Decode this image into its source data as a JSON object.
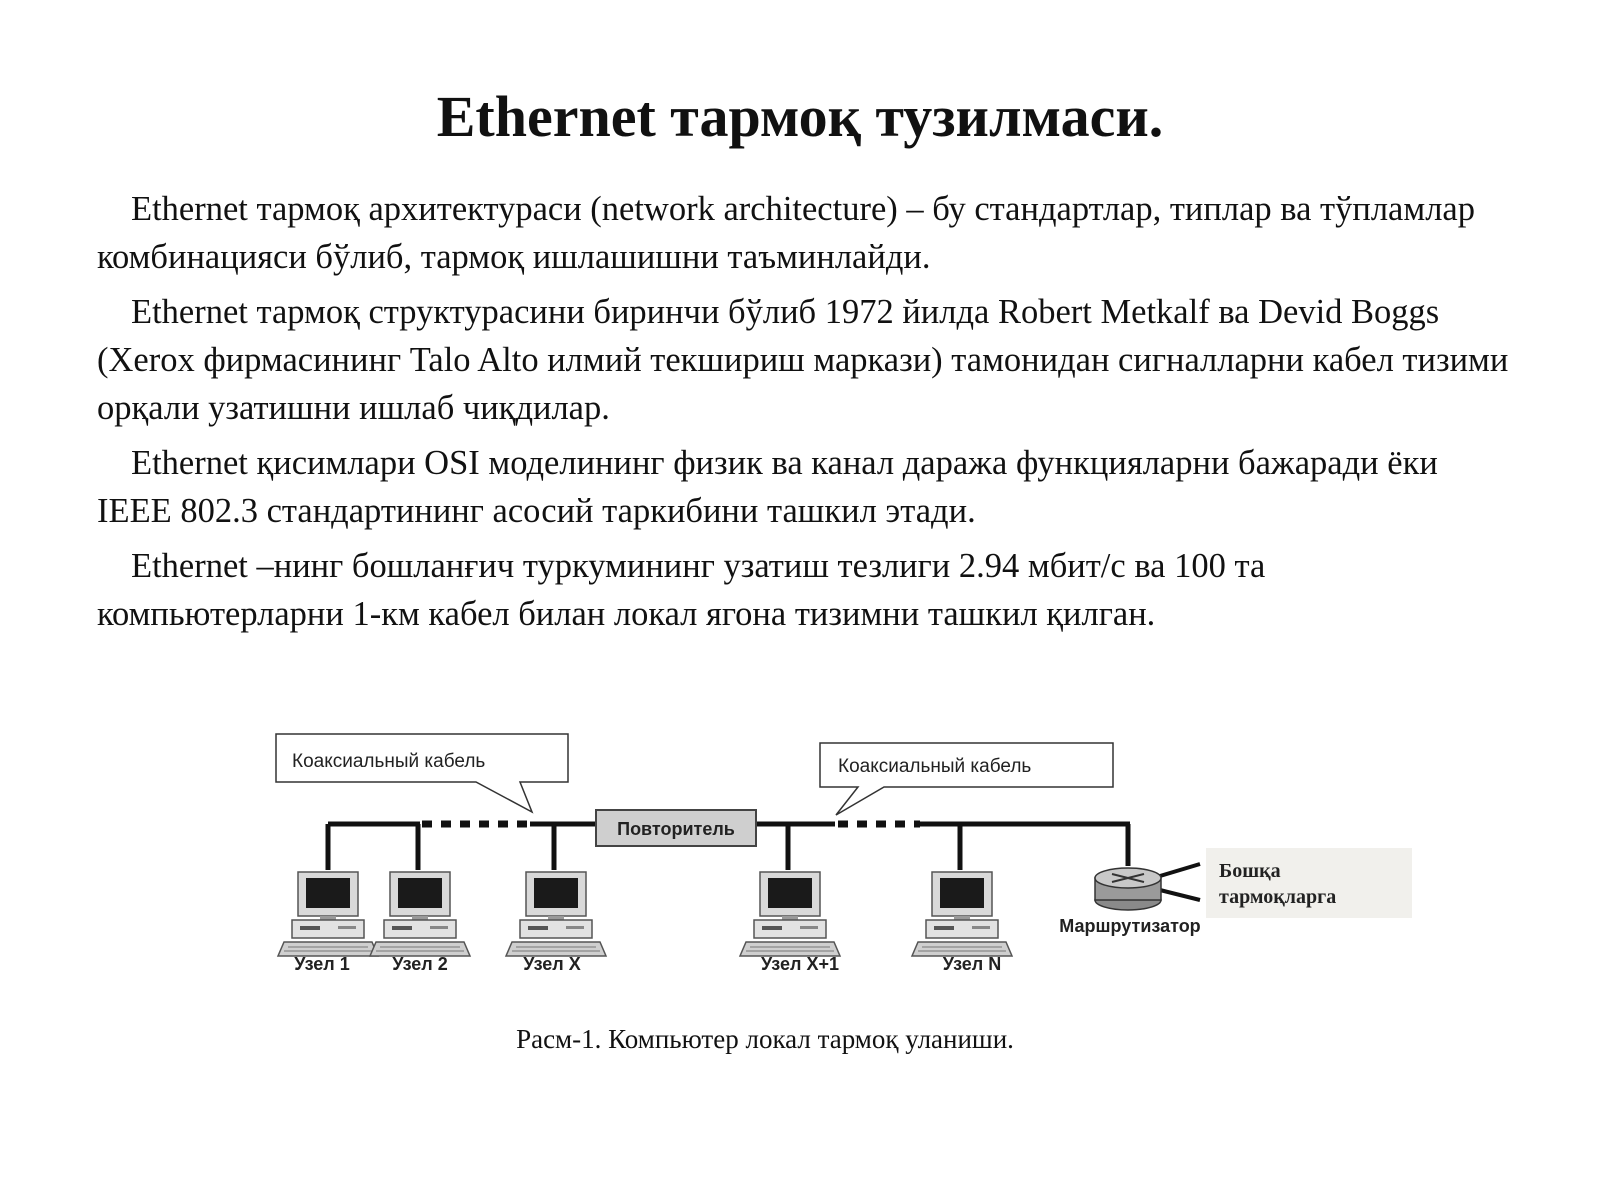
{
  "slide": {
    "title": "Ethernet тармоқ тузилмаси.",
    "paragraphs": [
      "Ethernet  тармоқ архитектураси (network architecture) – бу стандартлар, типлар ва тўпламлар комбинацияси бўлиб, тармоқ ишлашишни таъминлайди.",
      "Ethernet тармоқ структурасини биринчи бўлиб 1972 йилда Robert Metkalf  ва Devid Boggs (Xerox фирмасининг Talo Alto илмий текшириш маркази) тамонидан сигналларни кабел тизими орқали узатишни ишлаб чиқдилар.",
      "Ethernet қисимлари OSI моделининг физик ва канал даража функцияларни бажаради ёки IEEE 802.3 стандартининг асосий таркибини ташкил этади.",
      "Ethernet –нинг бошланғич туркумининг узатиш тезлиги 2.94 мбит/с ва 100 та компьютерларни 1-км кабел билан локал ягона тизимни ташкил қилган."
    ],
    "caption": "Расм-1.  Компьютер локал тармоқ уланиши."
  },
  "diagram": {
    "callout_left": "Коаксиальный кабель",
    "callout_right": "Коаксиальный кабель",
    "repeater_label": "Повторитель",
    "router_label": "Маршрутизатор",
    "router_icon": "router-icon",
    "computer_icon": "desktop-computer-icon",
    "other_networks_label_line1": "Бошқа",
    "other_networks_label_line2": "тармоқларга",
    "nodes": [
      "Узел  1",
      "Узел  2",
      "Узел X",
      "Узел X+1",
      "Узел N"
    ]
  }
}
